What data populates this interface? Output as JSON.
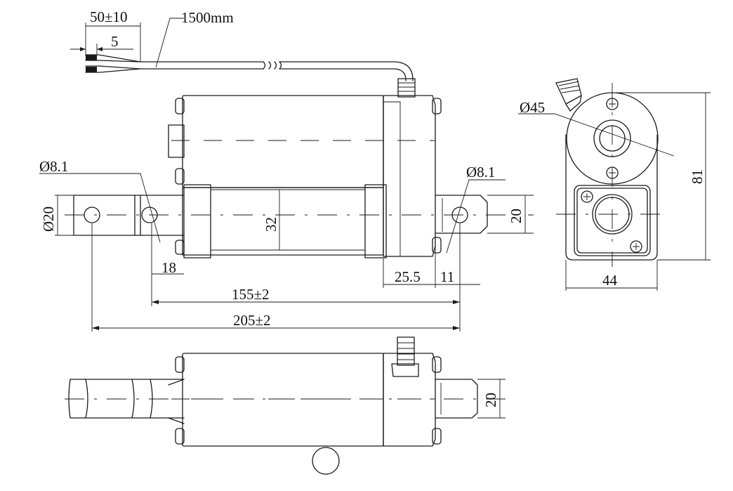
{
  "dimensions": {
    "strip_length": "50±10",
    "tin_length": "5",
    "cable_length": "1500mm",
    "rear_hole_dia": "Ø8.1",
    "front_hole_dia": "Ø8.1",
    "rod_end_dia": "Ø20",
    "body_dia": "32",
    "front_lug_height": "20",
    "rear_lug_offset": "18",
    "gearbox_length": "25.5",
    "front_lug_length": "11",
    "stroke_hole_to_hole": "155±2",
    "total_length": "205±2",
    "motor_dia": "Ø45",
    "gearbox_height": "81",
    "gearbox_width": "44",
    "top_view_lug_height": "20"
  }
}
